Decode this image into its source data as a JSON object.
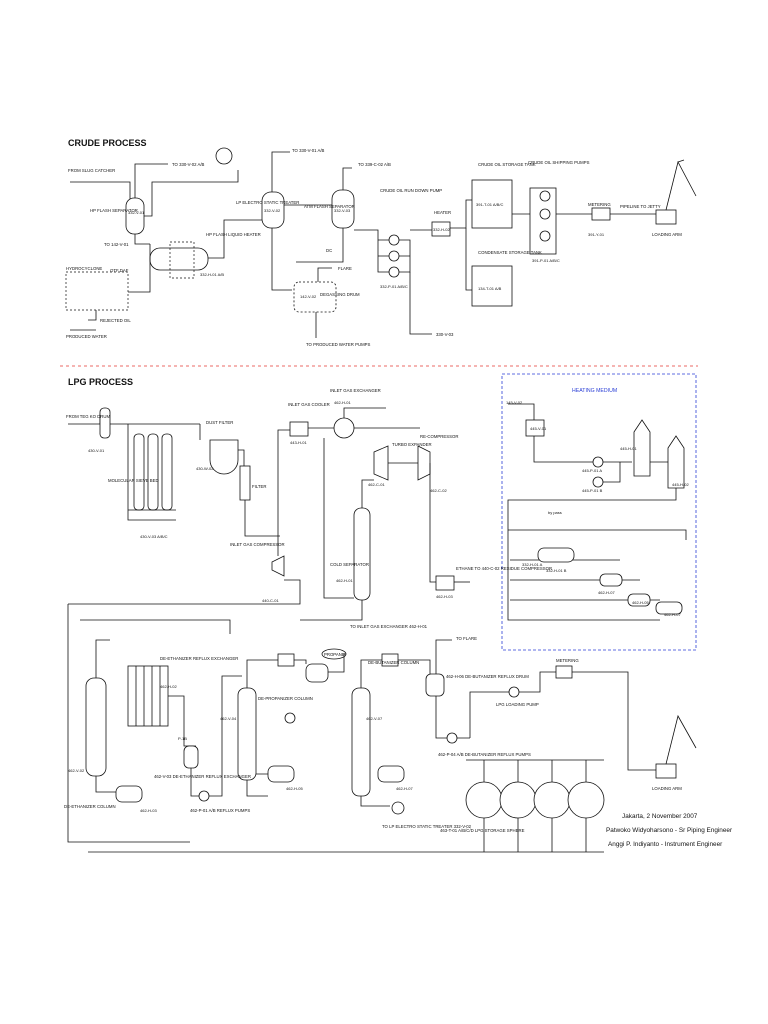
{
  "sections": {
    "crude": "CRUDE PROCESS",
    "lpg": "LPG PROCESS",
    "heating_medium": "HEATING MEDIUM"
  },
  "crude_labels": [
    "FROM SLUG CATCHER",
    "HP FLASH SEPARATOR",
    "332-V-01",
    "TO 330-V-02 A/B",
    "TO 142-V-01",
    "LP ELECTRO STATIC TREATER",
    "332-V-02",
    "HP FLASH LIQUID HEATER",
    "332-H-01 A/B",
    "TO 330-V-01 A/B",
    "ATM FLASH SEPARATOR",
    "332-V-03",
    "TO 339-C-02 A/B",
    "CRUDE OIL RUN DOWN PUMP",
    "332-P-01 A/B/C",
    "HEATER",
    "332-H-02",
    "CRUDE OIL STORAGE TANK",
    "391-T-01 A/B/C",
    "CONDENSATE STORAGE TANK",
    "134-T-01 A/B",
    "CRUDE OIL SHIPPING PUMPS",
    "391-P-01 A/B/C",
    "METERING",
    "391-Y-01",
    "PIPELINE TO JETTY",
    "LOADING ARM",
    "HYDROCYCLONE",
    "OTF DAF",
    "REJECTED OIL",
    "PRODUCED WATER",
    "DEGASSING DRUM",
    "142-V-02",
    "FLARE",
    "TO PRODUCED WATER PUMPS",
    "330-V-03",
    "DC"
  ],
  "lpg_labels": [
    "FROM TEG KO DRUM",
    "430-V-01",
    "MOLECULAR SIEVE BED",
    "430-V-03 A/B/C",
    "DUST FILTER",
    "430-W-02",
    "FILTER",
    "INLET GAS COOLER",
    "443-H-01",
    "INLET GAS EXCHANGER",
    "462-H-01",
    "TURBO EXPANDER",
    "462-C-01",
    "RE-COMPRESSOR",
    "462-C-02",
    "INLET GAS COMPRESSOR",
    "440-C-01",
    "COLD SEPARATOR",
    "462-H-01",
    "462-H-03",
    "ETHANE TO 440-C-02 RESIDUE COMPRESSOR",
    "TO INLET GAS EXCHANGER 462-H-01",
    "DE-ETHANIZER REFLUX EXCHANGER",
    "462-H-02",
    "462-V-02",
    "DE-ETHANIZER COLUMN",
    "462-H-03",
    "462-V-03 DE-ETHANIZER REFLUX EXCHANGER",
    "462-P-01 A/B REFLUX PUMPS",
    "PROPANE",
    "DE-PROPANIZER COLUMN",
    "462-V-04",
    "462-H-05",
    "DE-BUTANIZER COLUMN",
    "462-V-07",
    "462-H-07",
    "TO LP ELECTRO STATIC TREATER 332-V-02",
    "TO FLARE",
    "462-H-06 DE-BUTANIZER REFLUX DRUM",
    "462-P-04 A/B DE-BUTANIZER REFLUX PUMPS",
    "LPG LOADING PUMP",
    "METERING",
    "LOADING ARM",
    "463-T-01 A/B/C/D LPG STORAGE SPHERE",
    "P-1B"
  ],
  "heating_labels": [
    "145-V-02",
    "445-V-01",
    "445-P-01 A",
    "445-P-01 B",
    "445-H-01",
    "445-H-02",
    "by pass",
    "332-H-01 A",
    "332-H-01 B",
    "462-H-07",
    "462-H-05",
    "462-H-07"
  ],
  "footer": {
    "date": "Jakarta, 2 November 2007",
    "author1": "Patwoko Widyoharsono - Sr Piping Engineer",
    "author2": "Anggi P. Indiyanto - Instrument Engineer"
  }
}
